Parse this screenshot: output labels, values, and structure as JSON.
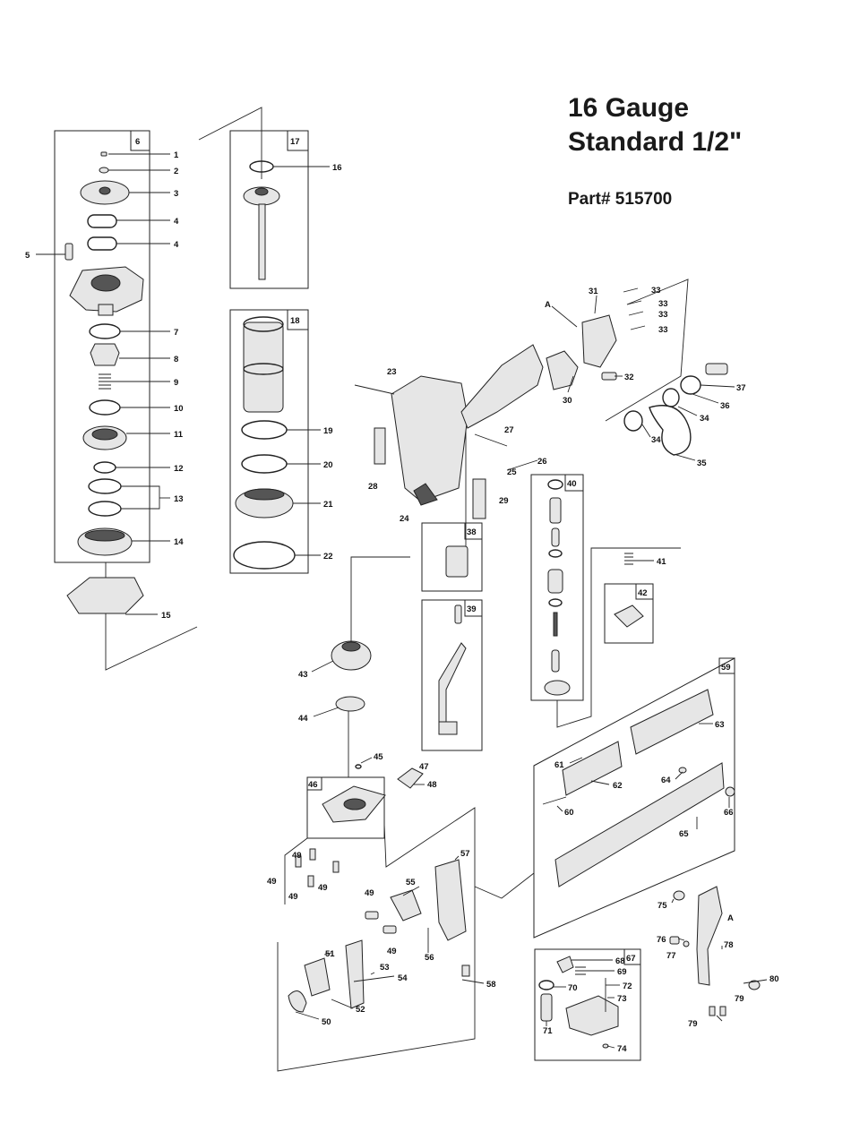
{
  "header": {
    "title_line1": "16 Gauge",
    "title_line2": "Standard 1/2\"",
    "part_number": "Part# 515700"
  },
  "callouts": [
    {
      "id": "c1",
      "text": "1"
    },
    {
      "id": "c2",
      "text": "2"
    },
    {
      "id": "c3",
      "text": "3"
    },
    {
      "id": "c4a",
      "text": "4"
    },
    {
      "id": "c4b",
      "text": "4"
    },
    {
      "id": "c5",
      "text": "5"
    },
    {
      "id": "c7",
      "text": "7"
    },
    {
      "id": "c8",
      "text": "8"
    },
    {
      "id": "c9",
      "text": "9"
    },
    {
      "id": "c10",
      "text": "10"
    },
    {
      "id": "c11",
      "text": "11"
    },
    {
      "id": "c12",
      "text": "12"
    },
    {
      "id": "c13",
      "text": "13"
    },
    {
      "id": "c14",
      "text": "14"
    },
    {
      "id": "c15",
      "text": "15"
    },
    {
      "id": "c16",
      "text": "16"
    },
    {
      "id": "c19",
      "text": "19"
    },
    {
      "id": "c20",
      "text": "20"
    },
    {
      "id": "c21",
      "text": "21"
    },
    {
      "id": "c22",
      "text": "22"
    },
    {
      "id": "c23",
      "text": "23"
    },
    {
      "id": "c24",
      "text": "24"
    },
    {
      "id": "c25",
      "text": "25"
    },
    {
      "id": "c26",
      "text": "26"
    },
    {
      "id": "c27",
      "text": "27"
    },
    {
      "id": "c28",
      "text": "28"
    },
    {
      "id": "c29",
      "text": "29"
    },
    {
      "id": "c30",
      "text": "30"
    },
    {
      "id": "c31",
      "text": "31"
    },
    {
      "id": "c32",
      "text": "32"
    },
    {
      "id": "c33a",
      "text": "33"
    },
    {
      "id": "c33b",
      "text": "33"
    },
    {
      "id": "c33c",
      "text": "33"
    },
    {
      "id": "c33d",
      "text": "33"
    },
    {
      "id": "c34a",
      "text": "34"
    },
    {
      "id": "c34b",
      "text": "34"
    },
    {
      "id": "c35",
      "text": "35"
    },
    {
      "id": "c36",
      "text": "36"
    },
    {
      "id": "c37",
      "text": "37"
    },
    {
      "id": "c41",
      "text": "41"
    },
    {
      "id": "c43",
      "text": "43"
    },
    {
      "id": "c44",
      "text": "44"
    },
    {
      "id": "c45",
      "text": "45"
    },
    {
      "id": "c47",
      "text": "47"
    },
    {
      "id": "c48",
      "text": "48"
    },
    {
      "id": "c49a",
      "text": "49"
    },
    {
      "id": "c49b",
      "text": "49"
    },
    {
      "id": "c49c",
      "text": "49"
    },
    {
      "id": "c49d",
      "text": "49"
    },
    {
      "id": "c49e",
      "text": "49"
    },
    {
      "id": "c49f",
      "text": "49"
    },
    {
      "id": "c50",
      "text": "50"
    },
    {
      "id": "c51",
      "text": "51"
    },
    {
      "id": "c52",
      "text": "52"
    },
    {
      "id": "c53",
      "text": "53"
    },
    {
      "id": "c54",
      "text": "54"
    },
    {
      "id": "c55",
      "text": "55"
    },
    {
      "id": "c56",
      "text": "56"
    },
    {
      "id": "c57",
      "text": "57"
    },
    {
      "id": "c58",
      "text": "58"
    },
    {
      "id": "c60",
      "text": "60"
    },
    {
      "id": "c61",
      "text": "61"
    },
    {
      "id": "c62",
      "text": "62"
    },
    {
      "id": "c63",
      "text": "63"
    },
    {
      "id": "c64",
      "text": "64"
    },
    {
      "id": "c65",
      "text": "65"
    },
    {
      "id": "c66",
      "text": "66"
    },
    {
      "id": "c68",
      "text": "68"
    },
    {
      "id": "c69",
      "text": "69"
    },
    {
      "id": "c70",
      "text": "70"
    },
    {
      "id": "c71",
      "text": "71"
    },
    {
      "id": "c72",
      "text": "72"
    },
    {
      "id": "c73",
      "text": "73"
    },
    {
      "id": "c74",
      "text": "74"
    },
    {
      "id": "c75",
      "text": "75"
    },
    {
      "id": "c76",
      "text": "76"
    },
    {
      "id": "c77",
      "text": "77"
    },
    {
      "id": "c78",
      "text": "78"
    },
    {
      "id": "c79a",
      "text": "79"
    },
    {
      "id": "c79b",
      "text": "79"
    },
    {
      "id": "c80",
      "text": "80"
    },
    {
      "id": "cA1",
      "text": "A"
    },
    {
      "id": "cA2",
      "text": "A"
    }
  ],
  "assembly_boxes": [
    {
      "id": "b6",
      "text": "6"
    },
    {
      "id": "b17",
      "text": "17"
    },
    {
      "id": "b18",
      "text": "18"
    },
    {
      "id": "b38",
      "text": "38"
    },
    {
      "id": "b39",
      "text": "39"
    },
    {
      "id": "b40",
      "text": "40"
    },
    {
      "id": "b42",
      "text": "42"
    },
    {
      "id": "b46",
      "text": "46"
    },
    {
      "id": "b59",
      "text": "59"
    },
    {
      "id": "b67",
      "text": "67"
    }
  ]
}
